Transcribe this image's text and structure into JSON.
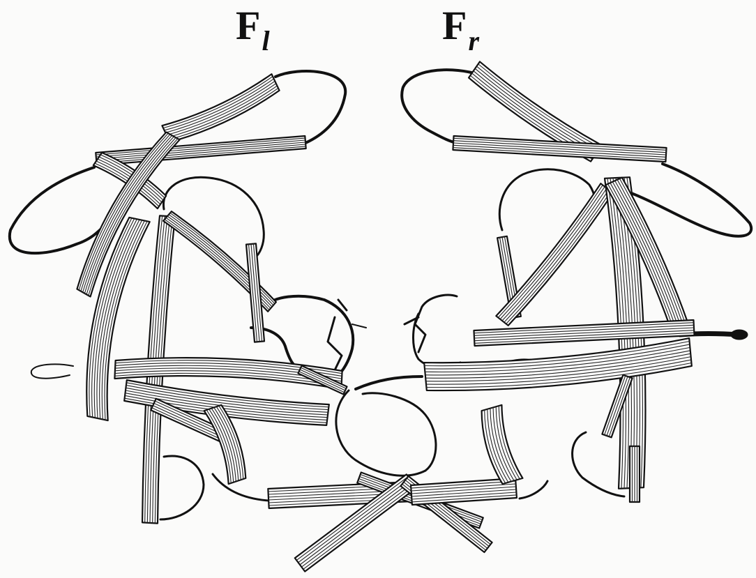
{
  "figure": {
    "label_left": {
      "main": "F",
      "sub": "l"
    },
    "label_right": {
      "main": "F",
      "sub": "r"
    }
  },
  "colors": {
    "ink": "#111111",
    "paper": "#fbfbfa"
  }
}
